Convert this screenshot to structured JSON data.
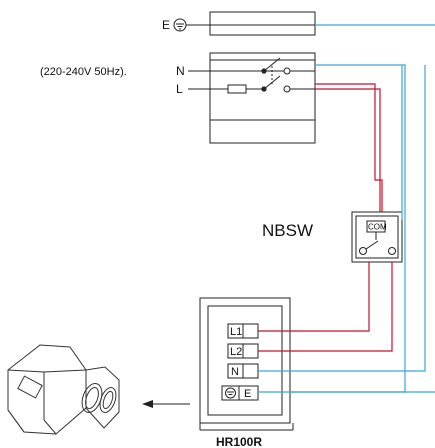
{
  "supply": {
    "earth_label": "E",
    "voltage_label": "(220-240V 50Hz).",
    "neutral_label": "N",
    "live_label": "L"
  },
  "switch": {
    "name": "NBSW",
    "com_label": "COM"
  },
  "unit": {
    "name": "HR100R",
    "terminals": [
      "L1",
      "L2",
      "N",
      "E"
    ]
  },
  "colors": {
    "wire_blue": "#3aa7d8",
    "wire_red": "#c8102e",
    "line": "#222222"
  }
}
